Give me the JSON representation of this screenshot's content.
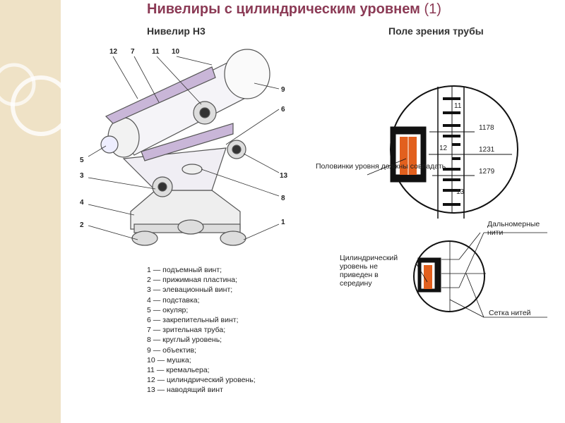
{
  "title": {
    "main": "Нивелиры с цилиндрическим уровнем",
    "suffix": "(1)"
  },
  "left_heading": "Нивелир Н3",
  "right_heading": "Поле зрения трубы",
  "callouts": [
    "12",
    "7",
    "11",
    "10",
    "9",
    "6",
    "5",
    "3",
    "13",
    "8",
    "4",
    "2",
    "1"
  ],
  "legend": [
    "1 — подъемный винт;",
    "2 — прижимная пластина;",
    "3 — элевационный винт;",
    "4 — подставка;",
    "5 — окуляр;",
    "6 — закрепительный винт;",
    "7 — зрительная труба;",
    "8 — круглый уровень;",
    "9 — объектив;",
    "10 — мушка;",
    "11 — кремальера;",
    "12 — цилиндрический уровень;",
    "13 — наводящий винт"
  ],
  "field_of_view": {
    "staff_numbers": [
      "11",
      "12",
      "13"
    ],
    "readings": [
      "1178",
      "1231",
      "1279"
    ],
    "label_halves": "Половинки уровня должны совпадать",
    "label_not_centered": "Цилиндрический уровень не приведен в середину",
    "label_stadia": "Дальномерные нити",
    "label_reticle": "Сетка нитей"
  },
  "colors": {
    "title": "#8b3a55",
    "level": "#e2601e",
    "strip": "#efe2c6"
  }
}
